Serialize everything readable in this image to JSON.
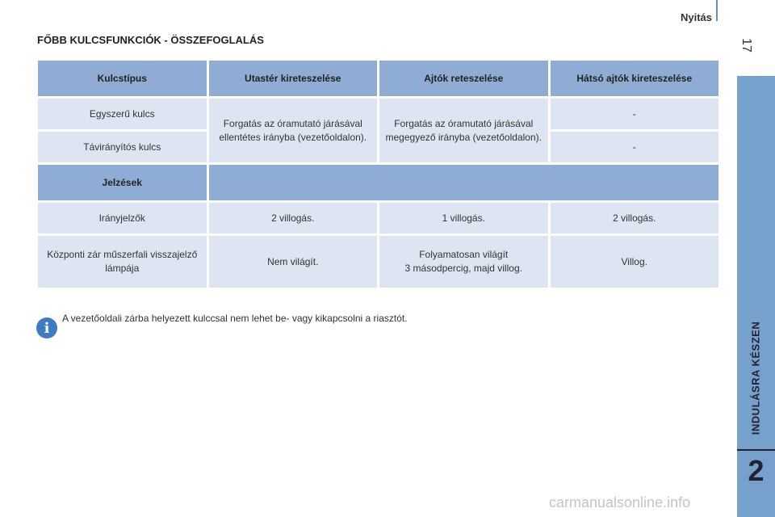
{
  "header": {
    "section": "Nyitás",
    "page": "17"
  },
  "side_tab": {
    "label": "INDULÁSRA KÉSZEN",
    "chapter": "2"
  },
  "title": "FŐBB KULCSFUNKCIÓK - ÖSSZEFOGLALÁS",
  "table": {
    "headers": [
      "Kulcstípus",
      "Utastér kireteszelése",
      "Ajtók reteszelése",
      "Hátsó ajtók kireteszelése"
    ],
    "row1_key": "Egyszerű kulcs",
    "row2_key": "Távirányítós kulcs",
    "unlock_text": "Forgatás az óramutató járásával ellentétes irányba (vezetőoldalon).",
    "lock_text": "Forgatás az óramutató járásával megegyező irányba (vezetőoldalon).",
    "row1_rear": "-",
    "row2_rear": "-",
    "signals_header": "Jelzések",
    "signal_rows": [
      {
        "label": "Irányjelzők",
        "unlock": "2 villogás.",
        "lock": "1 villogás.",
        "rear": "2 villogás."
      },
      {
        "label": "Központi zár műszerfali visszajelző lámpája",
        "unlock": "Nem világít.",
        "lock_line1": "Folyamatosan világít",
        "lock_line2": "3 másodpercig, majd villog.",
        "rear": "Villog."
      }
    ]
  },
  "info": {
    "icon": "info-icon",
    "text": "A vezetőoldali zárba helyezett kulccsal nem lehet be- vagy kikapcsolni a riasztót."
  },
  "watermark": "carmanualsonline.info",
  "colors": {
    "header_cell": "#8eacd4",
    "body_cell": "#dde5f2",
    "side_tab": "#77a1cd",
    "info_icon": "#3f7bc0"
  }
}
